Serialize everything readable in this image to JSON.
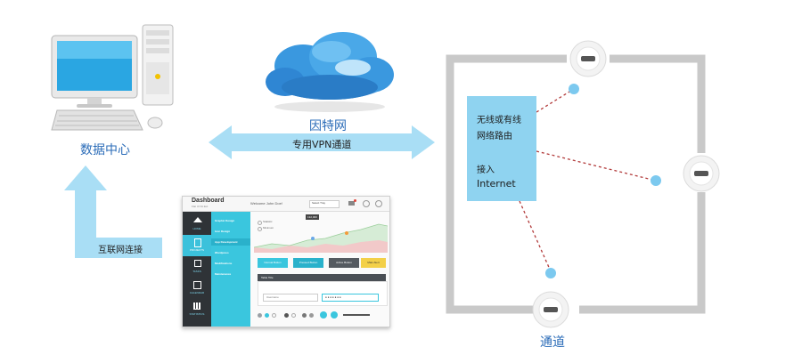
{
  "diagram": {
    "datacenter_label": "数据中心",
    "cloud_label": "因特网",
    "vpn_label": "专用VPN通道",
    "internet_link_label": "互联网连接",
    "router": {
      "line1": "无线或有线",
      "line2": "网络路由",
      "line3": "接入",
      "line4": "Internet"
    },
    "channel_label": "通道"
  },
  "dashboard": {
    "title": "Dashboard",
    "subtitle": "Flat UI Kit Ext",
    "welcome": "Welcome John Doe!",
    "select": "Select Tray",
    "nav": [
      "HOME",
      "PROJECTS",
      "TASKS",
      "CALENDAR",
      "STATISTICS"
    ],
    "menu": [
      "Graphic Design",
      "Icon Design",
      "App Development",
      "Wordpress",
      "Modifications",
      "Maintenance"
    ],
    "legend": [
      "Statistic",
      "Minimum"
    ],
    "tooltip": "132,000",
    "buttons": [
      "Normal Button",
      "Pressed Button",
      "Active Button",
      "Main Alert"
    ],
    "table_title": "Table Title",
    "username": "Username",
    "password": "● ● ● ● ● ● ●"
  }
}
